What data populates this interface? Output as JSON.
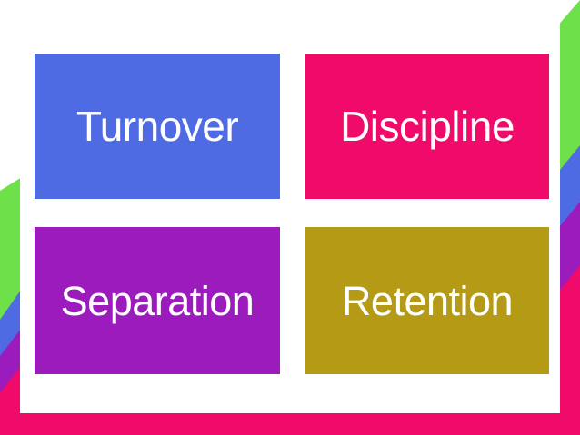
{
  "slide": {
    "background_color": "#ffffff",
    "title_text_color": "#ffffff"
  },
  "decoration": {
    "green_color": "#6de04a",
    "blue_color": "#4f6be3",
    "purple_color": "#9b1bbd",
    "crimson_color": "#f00a6a",
    "left_ribbon_name": "left-diagonal-ribbon",
    "right_ribbon_name": "right-diagonal-ribbon",
    "bottom_band_name": "bottom-crimson-band"
  },
  "grid": {
    "tiles": [
      {
        "label": "Turnover",
        "color": "#4f6be3",
        "name": "tile-turnover"
      },
      {
        "label": "Discipline",
        "color": "#f00a6a",
        "name": "tile-discipline"
      },
      {
        "label": "Separation",
        "color": "#9b1bbd",
        "name": "tile-separation"
      },
      {
        "label": "Retention",
        "color": "#b59a15",
        "name": "tile-retention"
      }
    ]
  }
}
